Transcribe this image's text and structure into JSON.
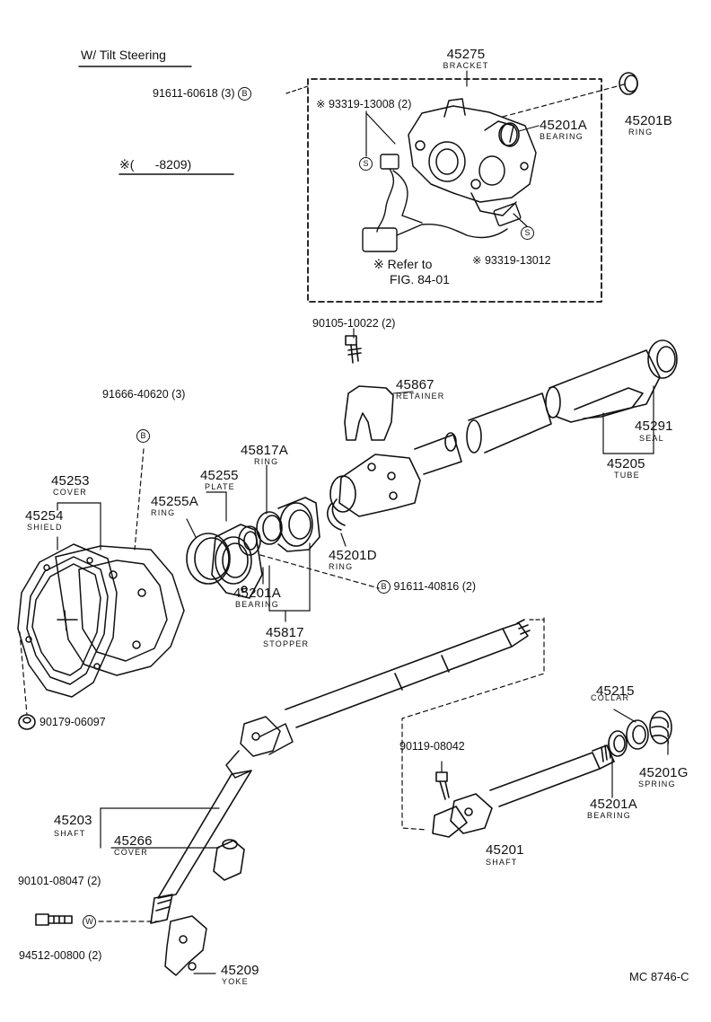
{
  "title": "W/ Tilt Steering",
  "note_symbol": "※",
  "note_range": "(      -8209)",
  "figure_code": "MC 8746-C",
  "markers": {
    "b": "B",
    "s": "S",
    "w": "W"
  },
  "parts": {
    "p45275": {
      "num": "45275",
      "name": "BRACKET"
    },
    "p45201B": {
      "num": "45201B",
      "name": "RING"
    },
    "p45201A_top": {
      "num": "45201A",
      "name": "BEARING"
    },
    "p45867": {
      "num": "45867",
      "name": "RETAINER"
    },
    "p45291": {
      "num": "45291",
      "name": "SEAL"
    },
    "p45205": {
      "num": "45205",
      "name": "TUBE"
    },
    "p45817A": {
      "num": "45817A",
      "name": "RING"
    },
    "p45255": {
      "num": "45255",
      "name": "PLATE"
    },
    "p45255A": {
      "num": "45255A",
      "name": "RING"
    },
    "p45253": {
      "num": "45253",
      "name": "COVER"
    },
    "p45254": {
      "num": "45254",
      "name": "SHIELD"
    },
    "p45201D": {
      "num": "45201D",
      "name": "RING"
    },
    "p45201A_mid": {
      "num": "45201A",
      "name": "BEARING"
    },
    "p45817": {
      "num": "45817",
      "name": "STOPPER"
    },
    "p45215": {
      "num": "45215",
      "name": "COLLAR"
    },
    "p45201G": {
      "num": "45201G",
      "name": "SPRING"
    },
    "p45201A_low": {
      "num": "45201A",
      "name": "BEARING"
    },
    "p45201": {
      "num": "45201",
      "name": "SHAFT"
    },
    "p45203": {
      "num": "45203",
      "name": "SHAFT"
    },
    "p45266": {
      "num": "45266",
      "name": "COVER"
    },
    "p45209": {
      "num": "45209",
      "name": "YOKE"
    }
  },
  "callouts": {
    "c91611_60618": "91611-60618 (3)",
    "c93319_13008": "※ 93319-13008 (2)",
    "c93319_13012": "※ 93319-13012",
    "c_refer_1": "※ Refer to",
    "c_refer_2": "FIG. 84-01",
    "c90105_10022": "90105-10022 (2)",
    "c91666_40620": "91666-40620 (3)",
    "c91611_40816": "91611-40816 (2)",
    "c90179_06097": "90179-06097",
    "c90119_08042": "90119-08042",
    "c90101_08047": "90101-08047 (2)",
    "c94512_00800": "94512-00800 (2)"
  }
}
